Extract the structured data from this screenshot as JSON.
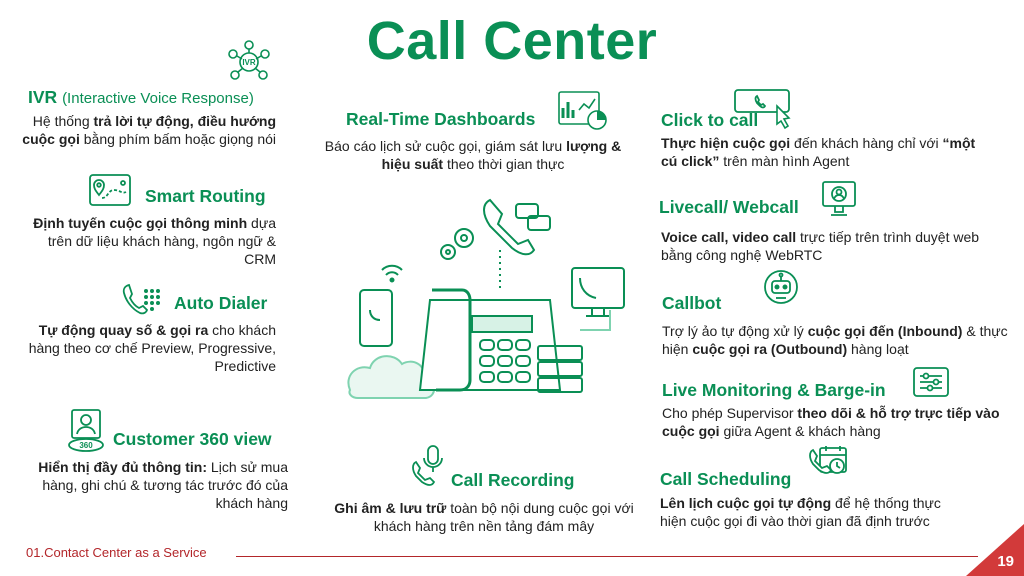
{
  "title": "Call Center",
  "colors": {
    "brand_green": "#0a8f55",
    "footer_red": "#b3262a",
    "corner_red": "#d23a3a"
  },
  "features": {
    "ivr": {
      "heading": "IVR",
      "heading_sub": "(Interactive Voice Response)",
      "d1": "Hệ thống ",
      "b1": "trả lời tự động, điều hướng cuộc gọi",
      "d2": " bằng phím bấm hoặc giọng nói",
      "icon": "ivr-network-icon"
    },
    "smart_routing": {
      "heading": "Smart Routing",
      "b1": "Định tuyến cuộc gọi thông minh",
      "d1": " dựa trên dữ liệu khách hàng, ngôn ngữ & CRM",
      "icon": "map-route-icon"
    },
    "auto_dialer": {
      "heading": "Auto Dialer",
      "b1": "Tự động quay số & gọi ra",
      "d1": " cho khách hàng theo cơ chế Preview, Progressive, Predictive",
      "icon": "phone-keypad-icon"
    },
    "customer_360": {
      "heading": "Customer 360 view",
      "b1": "Hiển thị đầy đủ thông tin:",
      "d1": " Lịch sử mua hàng, ghi chú & tương tác trước đó của khách hàng",
      "icon": "customer-360-icon"
    },
    "dashboards": {
      "heading": "Real-Time Dashboards",
      "d1": "Báo cáo lịch sử cuộc gọi, giám sát lưu ",
      "b1": "lượng & hiệu suất",
      "d2": " theo thời gian thực",
      "icon": "dashboard-chart-icon"
    },
    "call_recording": {
      "heading": "Call Recording",
      "b1": "Ghi âm & lưu trữ",
      "d1": " toàn bộ nội dung cuộc gọi với khách hàng trên nền tảng đám mây",
      "icon": "mic-phone-icon"
    },
    "click_to_call": {
      "heading": "Click to call",
      "b1": "Thực hiện cuộc gọi",
      "d1": " đến khách hàng chỉ với ",
      "b2": "“một cú click”",
      "d2": " trên màn hình Agent",
      "icon": "click-button-icon"
    },
    "webcall": {
      "heading": "Livecall/ Webcall",
      "b1": "Voice call, video call",
      "d1": " trực tiếp trên trình duyệt web bằng công nghệ WebRTC",
      "icon": "monitor-user-icon"
    },
    "callbot": {
      "heading": "Callbot",
      "d1": "Trợ lý ảo tự động xử lý ",
      "b1": "cuộc gọi đến (Inbound)",
      "d2": " & thực hiện ",
      "b2": "cuộc gọi ra (Outbound)",
      "d3": " hàng loạt",
      "icon": "robot-icon"
    },
    "monitoring": {
      "heading": "Live Monitoring & Barge-in",
      "d1": "Cho phép Supervisor ",
      "b1": "theo dõi & hỗ trợ trực tiếp vào cuộc gọi",
      "d2": " giữa Agent & khách hàng",
      "icon": "sliders-panel-icon"
    },
    "scheduling": {
      "heading": "Call Scheduling",
      "b1": "Lên lịch cuộc gọi tự động",
      "d1": " để hệ thống thực hiện cuộc gọi đi vào thời gian đã định trước",
      "icon": "calendar-clock-icon"
    }
  },
  "footer": {
    "section": "01.Contact Center as a Service",
    "page": "19"
  }
}
